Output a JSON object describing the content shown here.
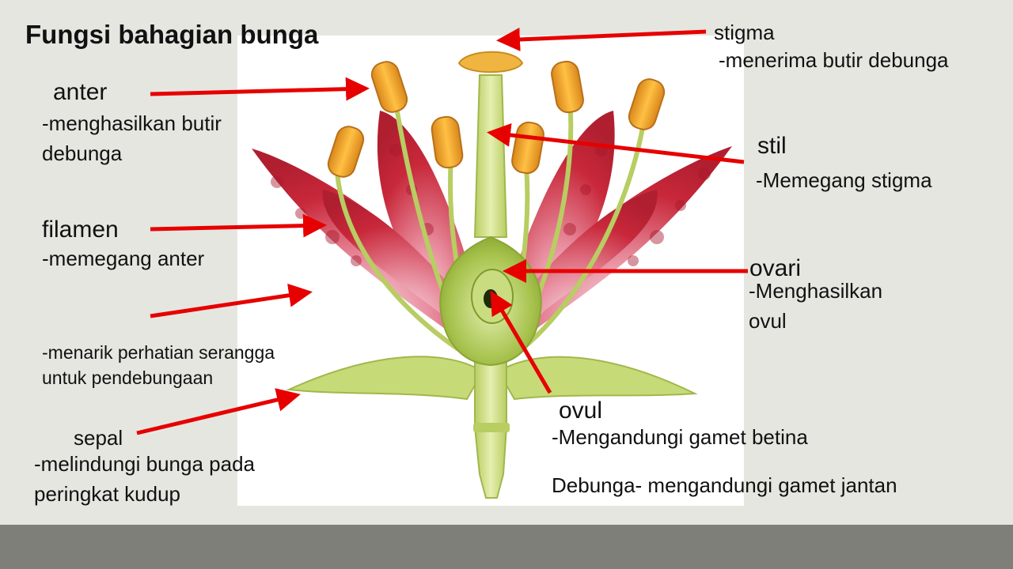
{
  "title": "Fungsi bahagian bunga",
  "colors": {
    "arrow": "#e60000",
    "petal": "#c8283a",
    "anther": "#f0a92c",
    "stalk": "#d5e38e",
    "footer": "#7e7f79"
  },
  "labels": {
    "anter": {
      "name": "anter",
      "desc_line1": "-menghasilkan butir",
      "desc_line2": "debunga"
    },
    "filamen": {
      "name": "filamen",
      "desc": "-memegang anter"
    },
    "kelopak": {
      "desc_line1": "-menarik perhatian serangga",
      "desc_line2": "untuk pendebungaan"
    },
    "sepal": {
      "name": "sepal",
      "desc_line1": "-melindungi bunga pada",
      "desc_line2": "peringkat kudup"
    },
    "stigma": {
      "name": "stigma",
      "desc": "-menerima butir debunga"
    },
    "stil": {
      "name": "stil",
      "desc": "-Memegang stigma"
    },
    "ovari": {
      "name": "ovari",
      "desc_line1": "-Menghasilkan",
      "desc_line2": "ovul"
    },
    "ovul": {
      "name": "ovul",
      "desc": "-Mengandungi gamet betina"
    },
    "debunga": {
      "text": "Debunga- mengandungi gamet jantan"
    }
  }
}
